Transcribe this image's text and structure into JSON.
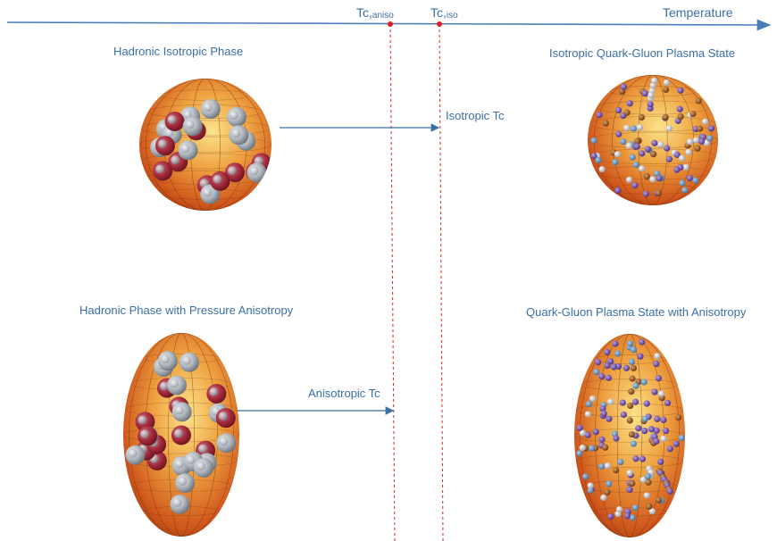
{
  "axis": {
    "label": "Temperature"
  },
  "markers": {
    "tc_aniso": {
      "main": "Tc,",
      "sub": "aniso"
    },
    "tc_iso": {
      "main": "Tc,",
      "sub": "iso"
    }
  },
  "phases": {
    "hadronic_isotropic": "Hadronic Isotropic Phase",
    "qgp_isotropic": "Isotropic Quark-Gluon Plasma State",
    "hadronic_anisotropic": "Hadronic Phase with Pressure Anisotropy",
    "qgp_anisotropic": "Quark-Gluon Plasma State with Anisotropy"
  },
  "transitions": {
    "isotropic": "Isotropic Tc",
    "anisotropic": "Anisotropic Tc"
  },
  "colors": {
    "text_blue": "#3a6ea5",
    "axis_blue": "#4a7ebb",
    "critical_red": "#e02020",
    "sphere_orange": "#e8782a",
    "hadron_red": "#a02838",
    "hadron_grey": "#9aa0a8",
    "quark_purple": "#6a4aa0"
  }
}
